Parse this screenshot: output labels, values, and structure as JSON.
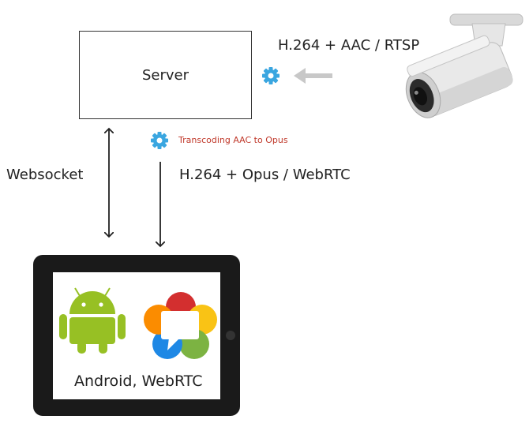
{
  "server": {
    "label": "Server"
  },
  "camera": {
    "stream_label": "H.264 + AAC / RTSP"
  },
  "client": {
    "websocket_label": "Websocket",
    "stream_label": "H.264 + Opus / WebRTC",
    "device_label": "Android, WebRTC"
  },
  "transcoding": {
    "label": "Transcoding AAC to Opus"
  },
  "colors": {
    "gear": "#3aa6e0",
    "transcode_text": "#c0392b",
    "arrow_gray": "#c8c8c8",
    "android_green": "#97c024",
    "tablet_frame": "#1a1a1a"
  }
}
